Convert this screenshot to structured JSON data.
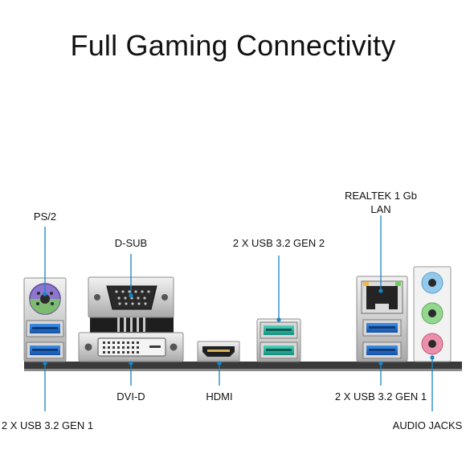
{
  "title": "Full Gaming Connectivity",
  "ports": {
    "ps2": "PS/2",
    "dsub": "D-SUB",
    "usb_gen2": "2 X USB 3.2 GEN 2",
    "lan": "REALTEK 1 Gb LAN",
    "usb_gen1_left": "2 X USB 3.2 GEN 1",
    "dvid": "DVI-D",
    "hdmi": "HDMI",
    "usb_gen1_right": "2 X USB 3.2 GEN 1",
    "audio": "AUDIO JACKS"
  },
  "colors": {
    "leader_line": "#1a84c4",
    "usb_gen1_blue": "#1f6fd1",
    "usb_gen2_teal": "#1faf9a",
    "audio_blue": "#8fc7ea",
    "audio_green": "#8fd48a",
    "audio_pink": "#e98aa9",
    "ps2_purple": "#8a72c8",
    "ps2_green": "#76c05f"
  }
}
